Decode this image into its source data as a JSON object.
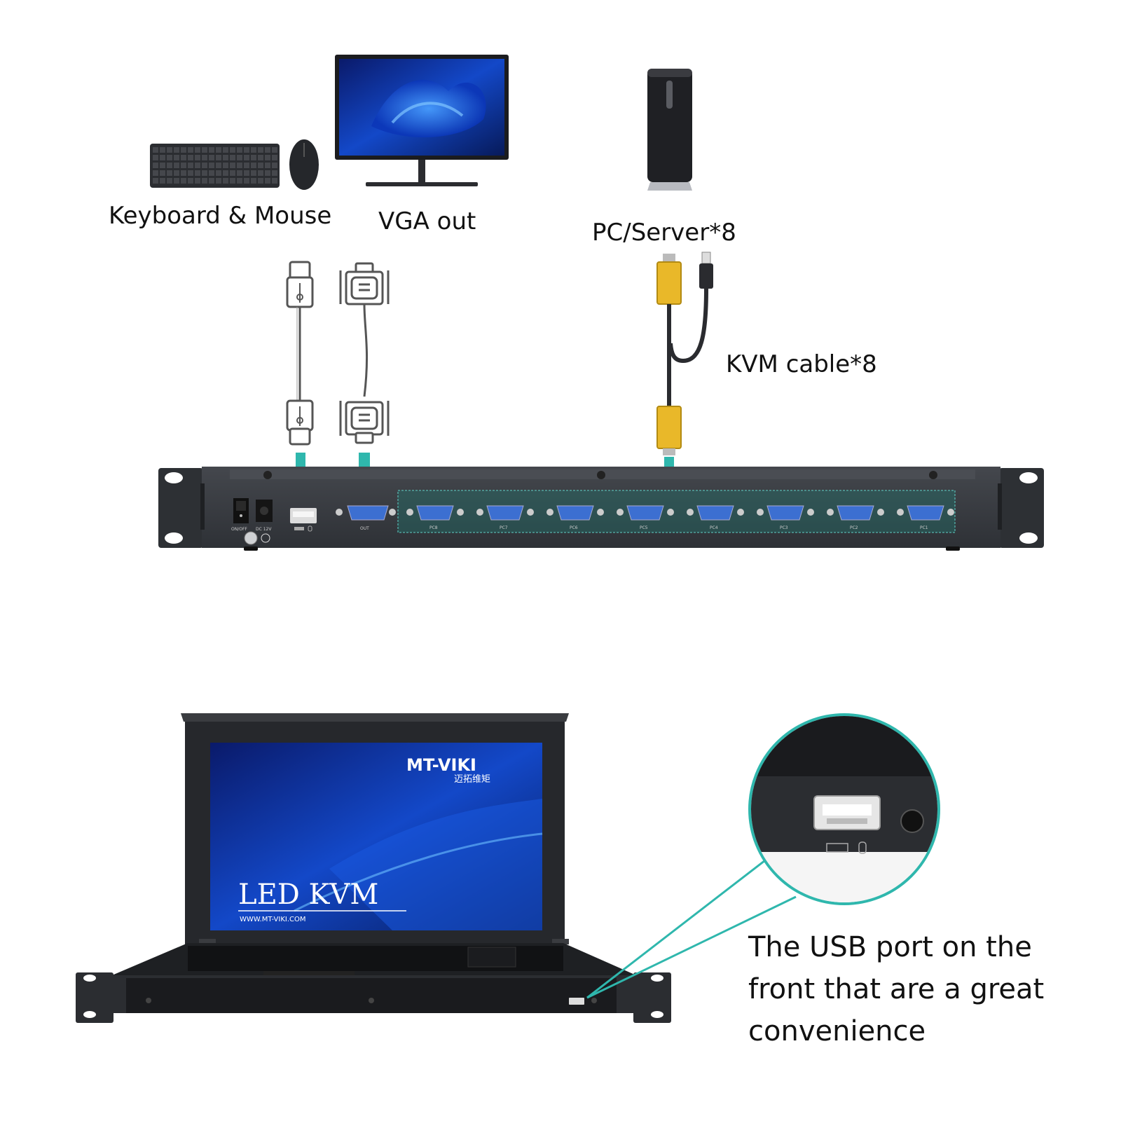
{
  "labels": {
    "keyboard_mouse": "Keyboard & Mouse",
    "vga_out": "VGA out",
    "pc_server": "PC/Server*8",
    "kvm_cable": "KVM cable*8",
    "usb_note": [
      "The USB port on the",
      "front that are a great",
      "convenience"
    ]
  },
  "rear_panel": {
    "switch_label": "ON/OFF",
    "dc_label": "DC 12V",
    "out_label": "OUT",
    "ports": [
      "PC8",
      "PC7",
      "PC6",
      "PC5",
      "PC4",
      "PC3",
      "PC2",
      "PC1"
    ]
  },
  "screen": {
    "brand": "MT-VIKI",
    "brand_cn": "迈拓维矩",
    "title": "LED KVM",
    "url": "WWW.MT-VIKI.COM"
  },
  "colors": {
    "accent": "#2fb7ad",
    "chassis": "#3a3d42",
    "vga_port": "#3c6fd1",
    "kvm_yellow": "#e9b829"
  }
}
